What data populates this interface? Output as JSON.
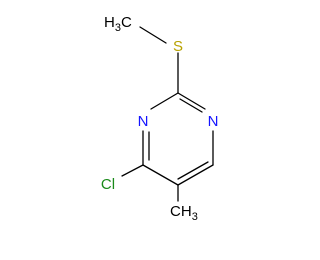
{
  "molecule": {
    "atoms": {
      "s": "S",
      "methyl_s": {
        "h": "H",
        "h_count": "3",
        "c": "C"
      },
      "n1": "N",
      "n2": "N",
      "cl": "Cl",
      "methyl_c": {
        "c": "C",
        "h": "H",
        "h_count": "3"
      }
    }
  },
  "colors": {
    "sulfur": "#B8A200",
    "nitrogen": "#1515FF",
    "chlorine": "#1A8A1A",
    "carbon": "#000000",
    "bond": "#000000"
  }
}
